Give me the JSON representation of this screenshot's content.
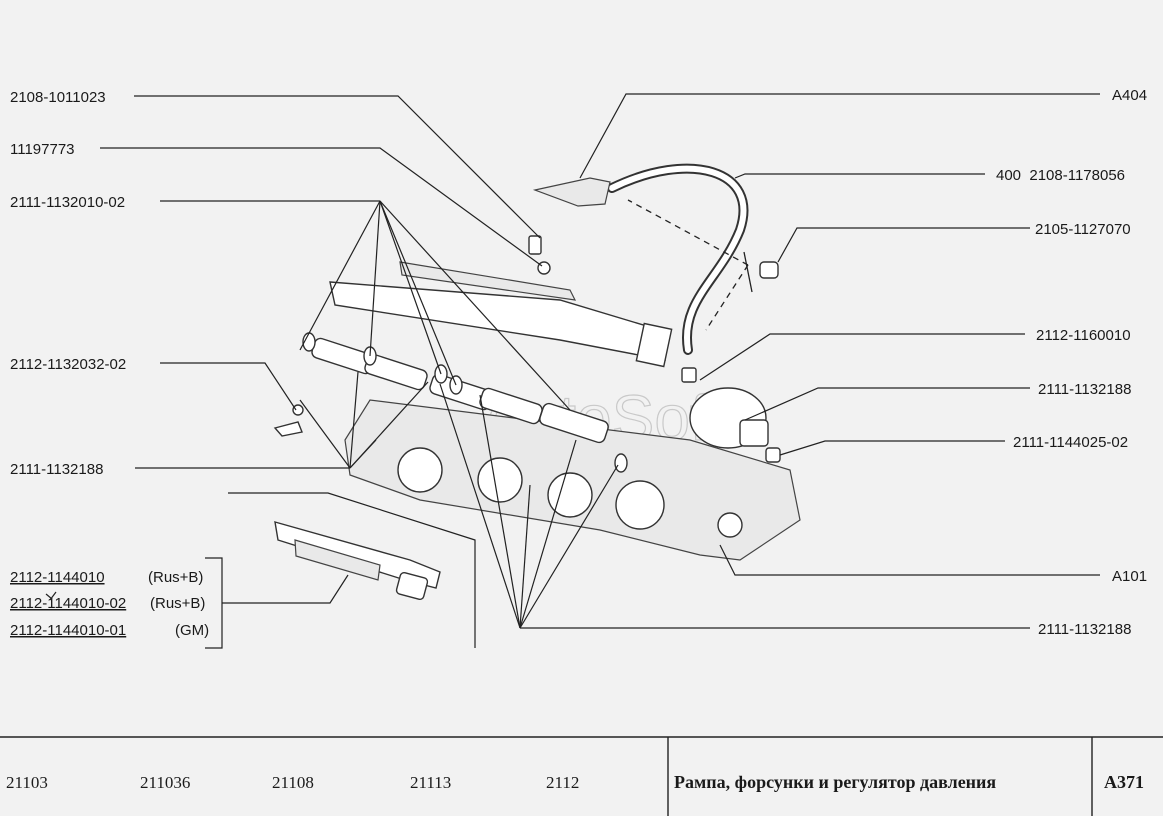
{
  "watermark": "AutoSoft",
  "labels_left": [
    "2108-1011023",
    "11197773",
    "2111-1132010-02",
    "2112-1132032-02",
    "2111-1132188"
  ],
  "labels_right": [
    "A404",
    "400  2108-1178056",
    "2105-1127070",
    "2112-1160010",
    "2111-1132188",
    "2111-1144025-02",
    "A101",
    "2111-1132188"
  ],
  "variants": [
    {
      "code": "2112-1144010",
      "note": "(Rus+B)"
    },
    {
      "code": "2112-1144010-02",
      "note": "(Rus+B)"
    },
    {
      "code": "2112-1144010-01",
      "note": "(GM)"
    }
  ],
  "footer": {
    "models": [
      "21103",
      "211036",
      "21108",
      "21113",
      "2112"
    ],
    "title": "Рампа, форсунки и регулятор давления",
    "code": "A371"
  }
}
